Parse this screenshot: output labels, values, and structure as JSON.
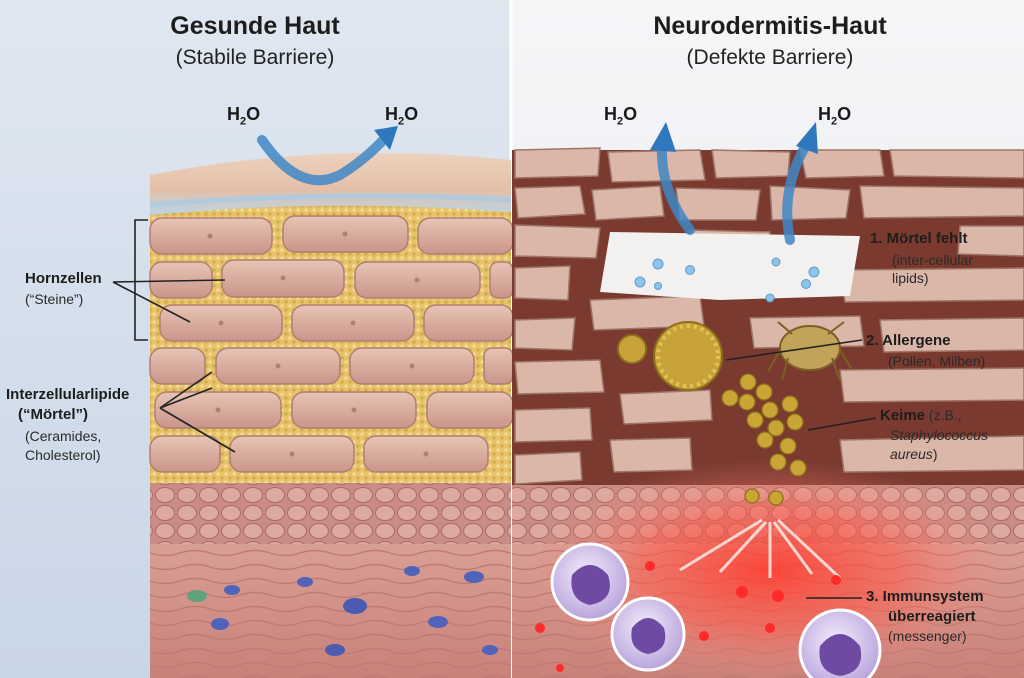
{
  "left": {
    "title": "Gesunde Haut",
    "subtitle": "(Stabile Barriere)",
    "h2o_in": "H",
    "h2o_out": "H",
    "h2o_sub": "2",
    "h2o_tail": "O",
    "hornzellen": {
      "label": "Hornzellen",
      "note": "(“Steine”)"
    },
    "lipide": {
      "label1": "Interzellularlipide",
      "label2": "(“Mörtel”)",
      "note1": "(Ceramides,",
      "note2": "Cholesterol)"
    }
  },
  "right": {
    "title": "Neurodermitis-Haut",
    "subtitle": "(Defekte Barriere)",
    "h2o_1": "H",
    "h2o_2": "H",
    "h2o_sub": "2",
    "h2o_tail": "O",
    "label1": {
      "head": "1. Mörtel fehlt",
      "note1": "(inter-cellular",
      "note2": "lipids)"
    },
    "label2": {
      "head": "2. Allergene",
      "note": "(Pollen, Milben)"
    },
    "label3": {
      "head": "Keime",
      "note_a": " (z.B.,",
      "note_b": "Staphylococcus",
      "note_c": "aureus",
      "note_d": ")"
    },
    "label4": {
      "head1": "3. Immunsystem",
      "head2": "überreagiert",
      "note": "(messenger)"
    }
  },
  "colors": {
    "sky_left": "#e8eef5",
    "sky_right": "#f2f4f7",
    "brick": "#dcaea0",
    "mortar": "#e8c56a",
    "dermis": "#d79a90",
    "inflammation": "#ff2a2a",
    "water_arrow": "#3f87c7",
    "pollen": "#c7a33a",
    "bacteria": "#c9a535",
    "immune_cell": "#9b78c9"
  },
  "icons": [
    "water-arrow-icon",
    "pollen-icon",
    "mite-icon",
    "bacteria-icon",
    "immune-cell-icon",
    "crack-icon"
  ]
}
